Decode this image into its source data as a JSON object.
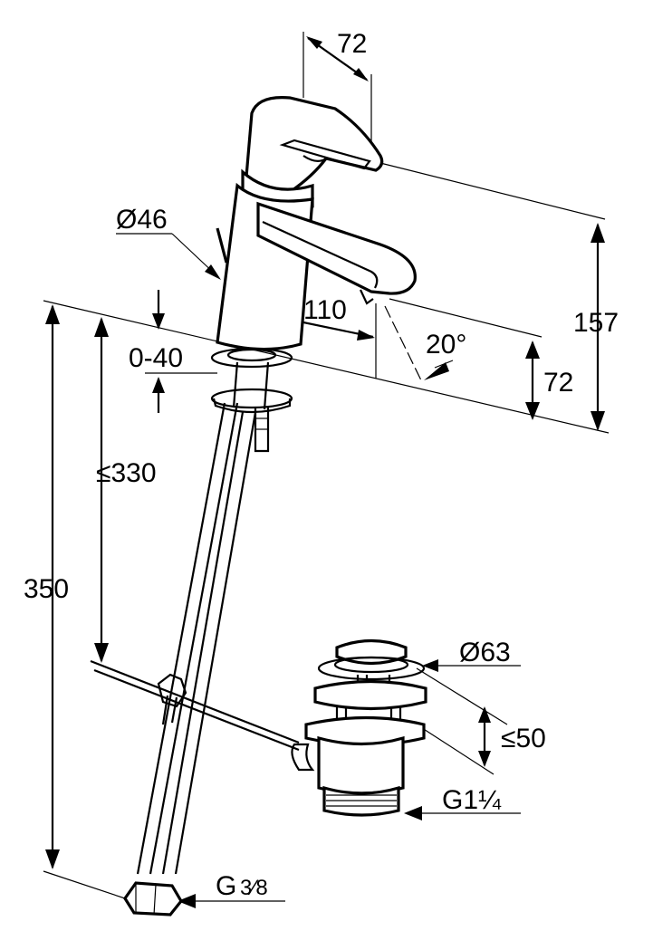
{
  "dimensions": {
    "lever_width": "72",
    "body_diameter": "Ø46",
    "spout_reach": "110",
    "swivel_angle": "20°",
    "total_height": "157",
    "spout_height": "72",
    "deck_thickness": "0-40",
    "hose_length_min": "≤330",
    "hose_length": "350",
    "waste_diameter": "Ø63",
    "waste_height": "≤50",
    "waste_thread": "G1¼",
    "hose_thread_main": "G",
    "hose_thread_fraction": "3⁄8"
  },
  "colors": {
    "line": "#000000",
    "background": "#ffffff"
  }
}
